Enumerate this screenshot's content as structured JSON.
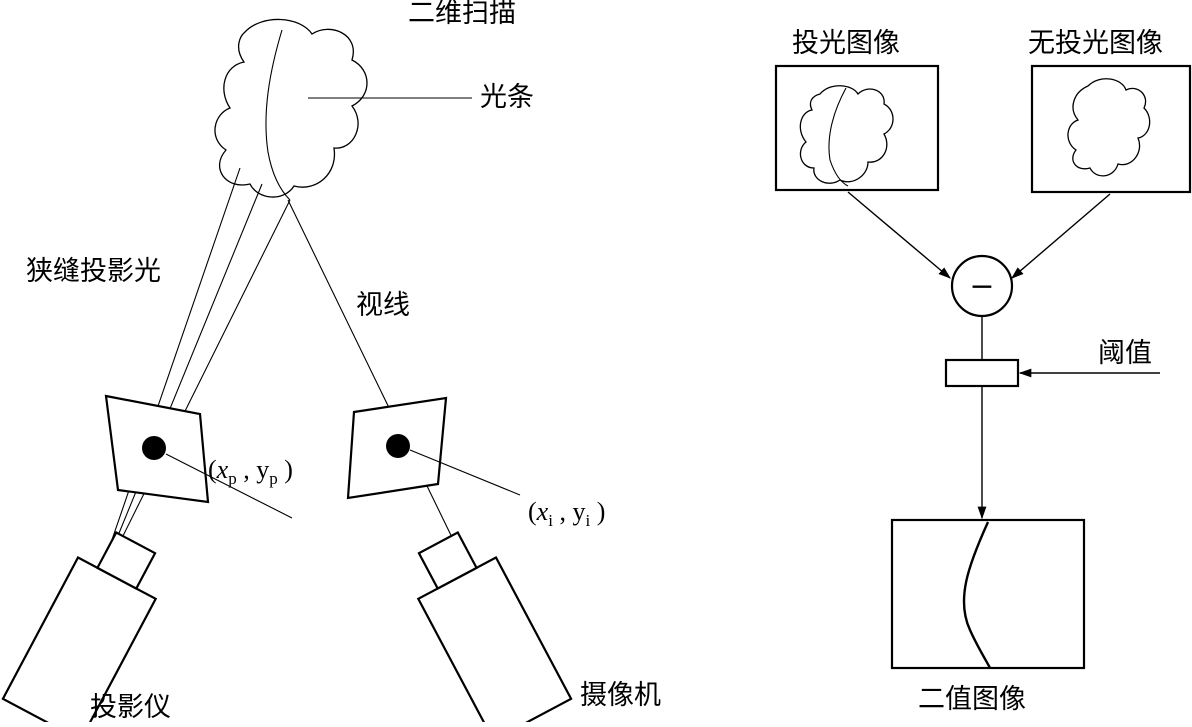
{
  "left": {
    "scan_label": "二维扫描",
    "stripe_label": "光条",
    "slit_light_label": "狭缝投影光",
    "sight_label": "视线",
    "projector_label": "投影仪",
    "camera_label": "摄像机",
    "proj_coord": {
      "open": "(",
      "x": "x",
      "x_sub": "p",
      "comma": " , ",
      "y": "y",
      "y_sub": "p",
      "close": ")"
    },
    "img_coord": {
      "open": "(",
      "x": "x",
      "x_sub": "i",
      "comma": " , ",
      "y": "y",
      "y_sub": "i",
      "close": ")"
    }
  },
  "right": {
    "lit_image_label": "投光图像",
    "unlit_image_label": "无投光图像",
    "minus_symbol": "−",
    "threshold_label": "阈值",
    "binary_image_label": "二值图像"
  }
}
